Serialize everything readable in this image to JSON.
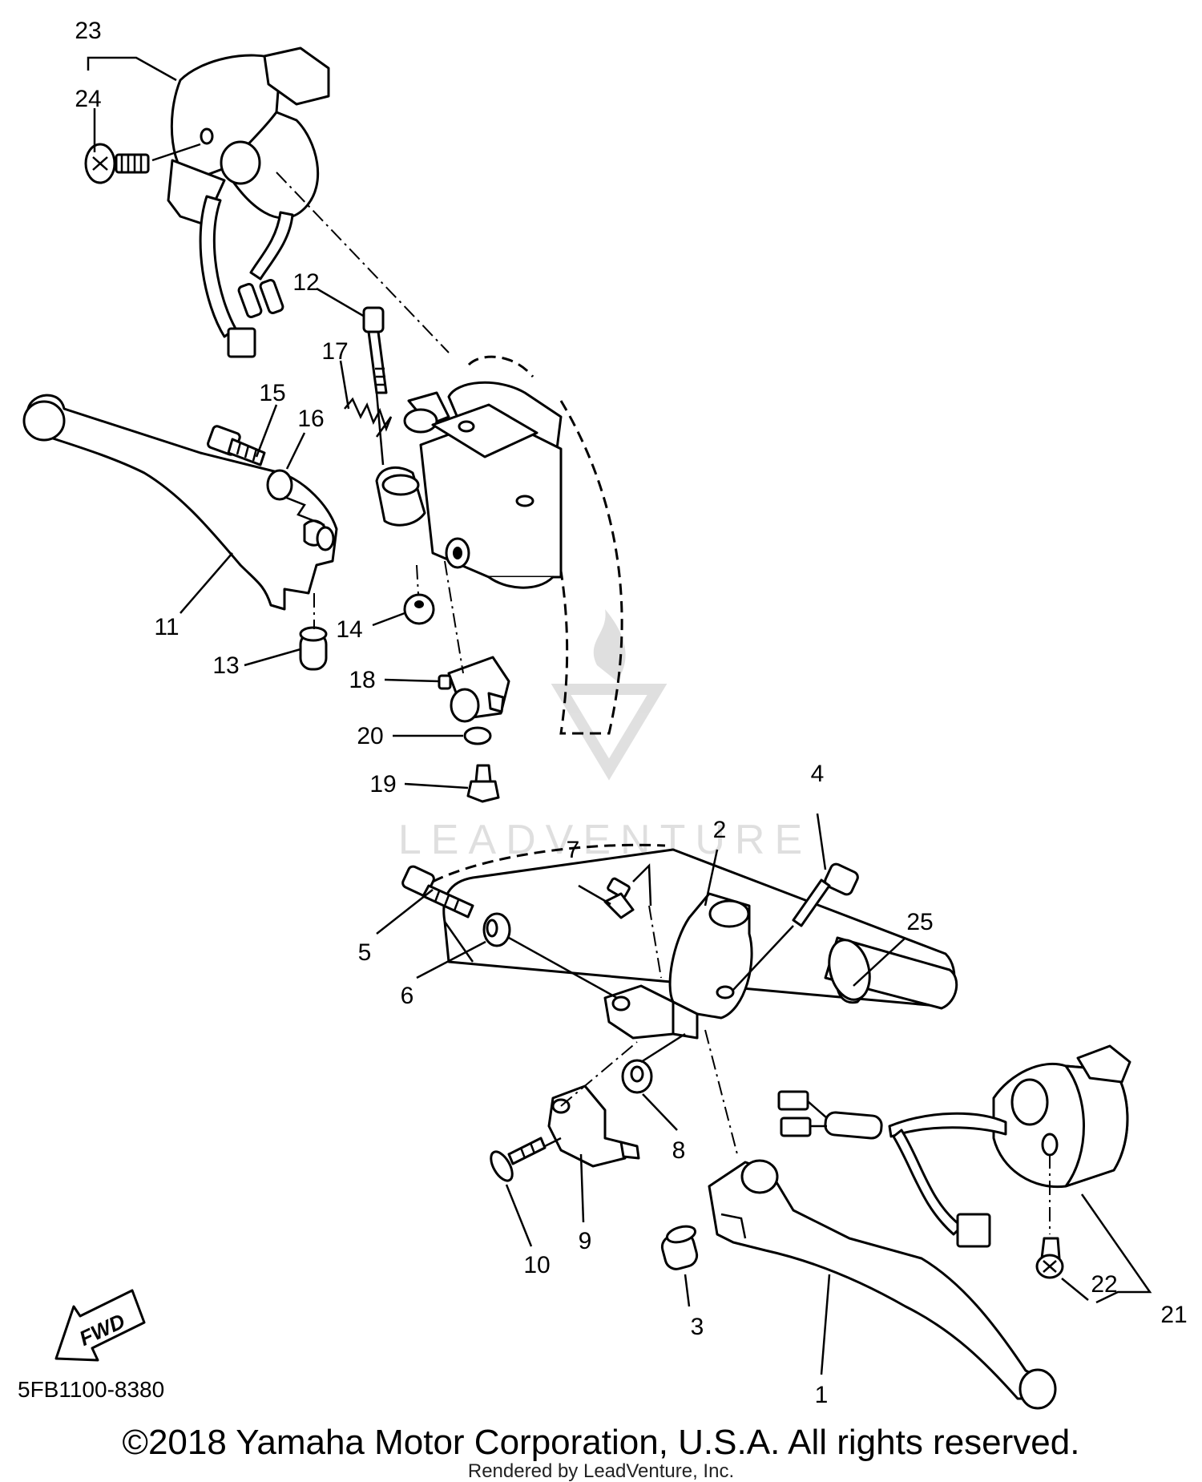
{
  "diagram": {
    "part_code": "5FB1100-8380",
    "copyright": "©2018 Yamaha Motor Corporation, U.S.A. All rights reserved.",
    "rendered_by": "Rendered by LeadVenture, Inc.",
    "watermark": "LEADVENTURE",
    "fwd_label": "FWD",
    "callouts": {
      "c1": "1",
      "c2": "2",
      "c3": "3",
      "c4": "4",
      "c5": "5",
      "c6": "6",
      "c7": "7",
      "c8": "8",
      "c9": "9",
      "c10": "10",
      "c11": "11",
      "c12": "12",
      "c13": "13",
      "c14": "14",
      "c15": "15",
      "c16": "16",
      "c17": "17",
      "c18": "18",
      "c19": "19",
      "c20": "20",
      "c21": "21",
      "c22": "22",
      "c23": "23",
      "c24": "24",
      "c25": "25"
    }
  }
}
